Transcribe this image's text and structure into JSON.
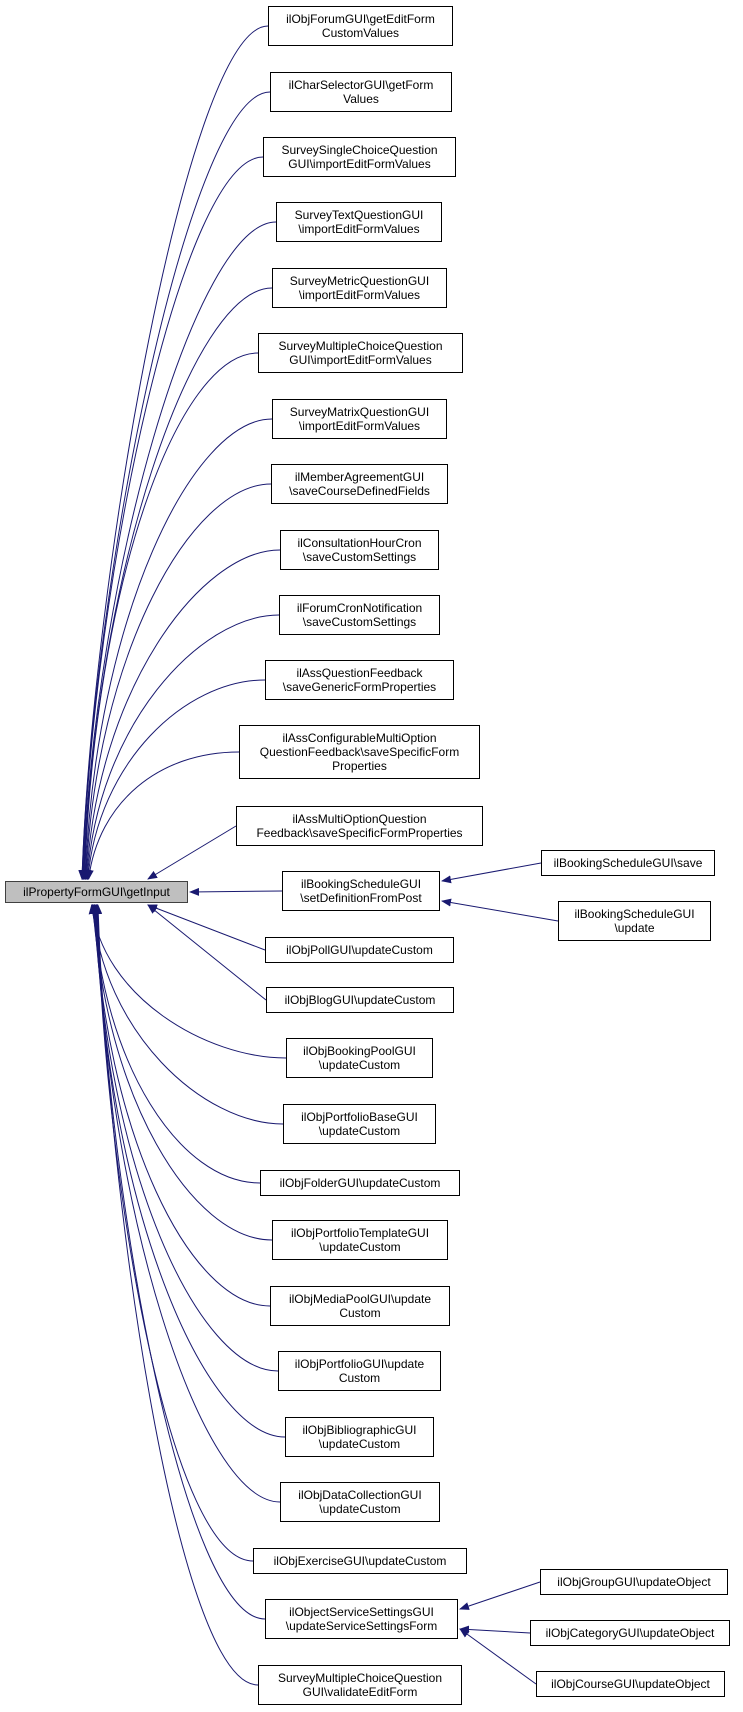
{
  "graph": {
    "colors": {
      "edge": "#191970",
      "root_fill": "#bfbfbf",
      "node_fill": "#ffffff",
      "border": "#000000"
    },
    "root": {
      "id": "root",
      "lines": [
        "ilPropertyFormGUI\\getInput"
      ]
    },
    "nodes": [
      {
        "id": "n0",
        "lines": [
          "ilObjForumGUI\\getEditForm",
          "CustomValues"
        ]
      },
      {
        "id": "n1",
        "lines": [
          "ilCharSelectorGUI\\getForm",
          "Values"
        ]
      },
      {
        "id": "n2",
        "lines": [
          "SurveySingleChoiceQuestion",
          "GUI\\importEditFormValues"
        ]
      },
      {
        "id": "n3",
        "lines": [
          "SurveyTextQuestionGUI",
          "\\importEditFormValues"
        ]
      },
      {
        "id": "n4",
        "lines": [
          "SurveyMetricQuestionGUI",
          "\\importEditFormValues"
        ]
      },
      {
        "id": "n5",
        "lines": [
          "SurveyMultipleChoiceQuestion",
          "GUI\\importEditFormValues"
        ]
      },
      {
        "id": "n6",
        "lines": [
          "SurveyMatrixQuestionGUI",
          "\\importEditFormValues"
        ]
      },
      {
        "id": "n7",
        "lines": [
          "ilMemberAgreementGUI",
          "\\saveCourseDefinedFields"
        ]
      },
      {
        "id": "n8",
        "lines": [
          "ilConsultationHourCron",
          "\\saveCustomSettings"
        ]
      },
      {
        "id": "n9",
        "lines": [
          "ilForumCronNotification",
          "\\saveCustomSettings"
        ]
      },
      {
        "id": "n10",
        "lines": [
          "ilAssQuestionFeedback",
          "\\saveGenericFormProperties"
        ]
      },
      {
        "id": "n11",
        "lines": [
          "ilAssConfigurableMultiOption",
          "QuestionFeedback\\saveSpecificForm",
          "Properties"
        ]
      },
      {
        "id": "n12",
        "lines": [
          "ilAssMultiOptionQuestion",
          "Feedback\\saveSpecificFormProperties"
        ]
      },
      {
        "id": "n13",
        "lines": [
          "ilBookingScheduleGUI",
          "\\setDefinitionFromPost"
        ]
      },
      {
        "id": "n14",
        "lines": [
          "ilObjPollGUI\\updateCustom"
        ]
      },
      {
        "id": "n15",
        "lines": [
          "ilObjBlogGUI\\updateCustom"
        ]
      },
      {
        "id": "n16",
        "lines": [
          "ilObjBookingPoolGUI",
          "\\updateCustom"
        ]
      },
      {
        "id": "n17",
        "lines": [
          "ilObjPortfolioBaseGUI",
          "\\updateCustom"
        ]
      },
      {
        "id": "n18",
        "lines": [
          "ilObjFolderGUI\\updateCustom"
        ]
      },
      {
        "id": "n19",
        "lines": [
          "ilObjPortfolioTemplateGUI",
          "\\updateCustom"
        ]
      },
      {
        "id": "n20",
        "lines": [
          "ilObjMediaPoolGUI\\update",
          "Custom"
        ]
      },
      {
        "id": "n21",
        "lines": [
          "ilObjPortfolioGUI\\update",
          "Custom"
        ]
      },
      {
        "id": "n22",
        "lines": [
          "ilObjBibliographicGUI",
          "\\updateCustom"
        ]
      },
      {
        "id": "n23",
        "lines": [
          "ilObjDataCollectionGUI",
          "\\updateCustom"
        ]
      },
      {
        "id": "n24",
        "lines": [
          "ilObjExerciseGUI\\updateCustom"
        ]
      },
      {
        "id": "n25",
        "lines": [
          "ilObjectServiceSettingsGUI",
          "\\updateServiceSettingsForm"
        ]
      },
      {
        "id": "n26",
        "lines": [
          "SurveyMultipleChoiceQuestion",
          "GUI\\validateEditForm"
        ]
      },
      {
        "id": "n27",
        "lines": [
          "ilBookingScheduleGUI\\save"
        ]
      },
      {
        "id": "n28",
        "lines": [
          "ilBookingScheduleGUI",
          "\\update"
        ]
      },
      {
        "id": "n29",
        "lines": [
          "ilObjGroupGUI\\updateObject"
        ]
      },
      {
        "id": "n30",
        "lines": [
          "ilObjCategoryGUI\\updateObject"
        ]
      },
      {
        "id": "n31",
        "lines": [
          "ilObjCourseGUI\\updateObject"
        ]
      }
    ],
    "edges": [
      {
        "from": "n0",
        "to": "root"
      },
      {
        "from": "n1",
        "to": "root"
      },
      {
        "from": "n2",
        "to": "root"
      },
      {
        "from": "n3",
        "to": "root"
      },
      {
        "from": "n4",
        "to": "root"
      },
      {
        "from": "n5",
        "to": "root"
      },
      {
        "from": "n6",
        "to": "root"
      },
      {
        "from": "n7",
        "to": "root"
      },
      {
        "from": "n8",
        "to": "root"
      },
      {
        "from": "n9",
        "to": "root"
      },
      {
        "from": "n10",
        "to": "root"
      },
      {
        "from": "n11",
        "to": "root"
      },
      {
        "from": "n12",
        "to": "root"
      },
      {
        "from": "n13",
        "to": "root"
      },
      {
        "from": "n14",
        "to": "root"
      },
      {
        "from": "n15",
        "to": "root"
      },
      {
        "from": "n16",
        "to": "root"
      },
      {
        "from": "n17",
        "to": "root"
      },
      {
        "from": "n18",
        "to": "root"
      },
      {
        "from": "n19",
        "to": "root"
      },
      {
        "from": "n20",
        "to": "root"
      },
      {
        "from": "n21",
        "to": "root"
      },
      {
        "from": "n22",
        "to": "root"
      },
      {
        "from": "n23",
        "to": "root"
      },
      {
        "from": "n24",
        "to": "root"
      },
      {
        "from": "n25",
        "to": "root"
      },
      {
        "from": "n26",
        "to": "root"
      },
      {
        "from": "n27",
        "to": "n13"
      },
      {
        "from": "n28",
        "to": "n13"
      },
      {
        "from": "n29",
        "to": "n25"
      },
      {
        "from": "n30",
        "to": "n25"
      },
      {
        "from": "n31",
        "to": "n25"
      }
    ]
  }
}
